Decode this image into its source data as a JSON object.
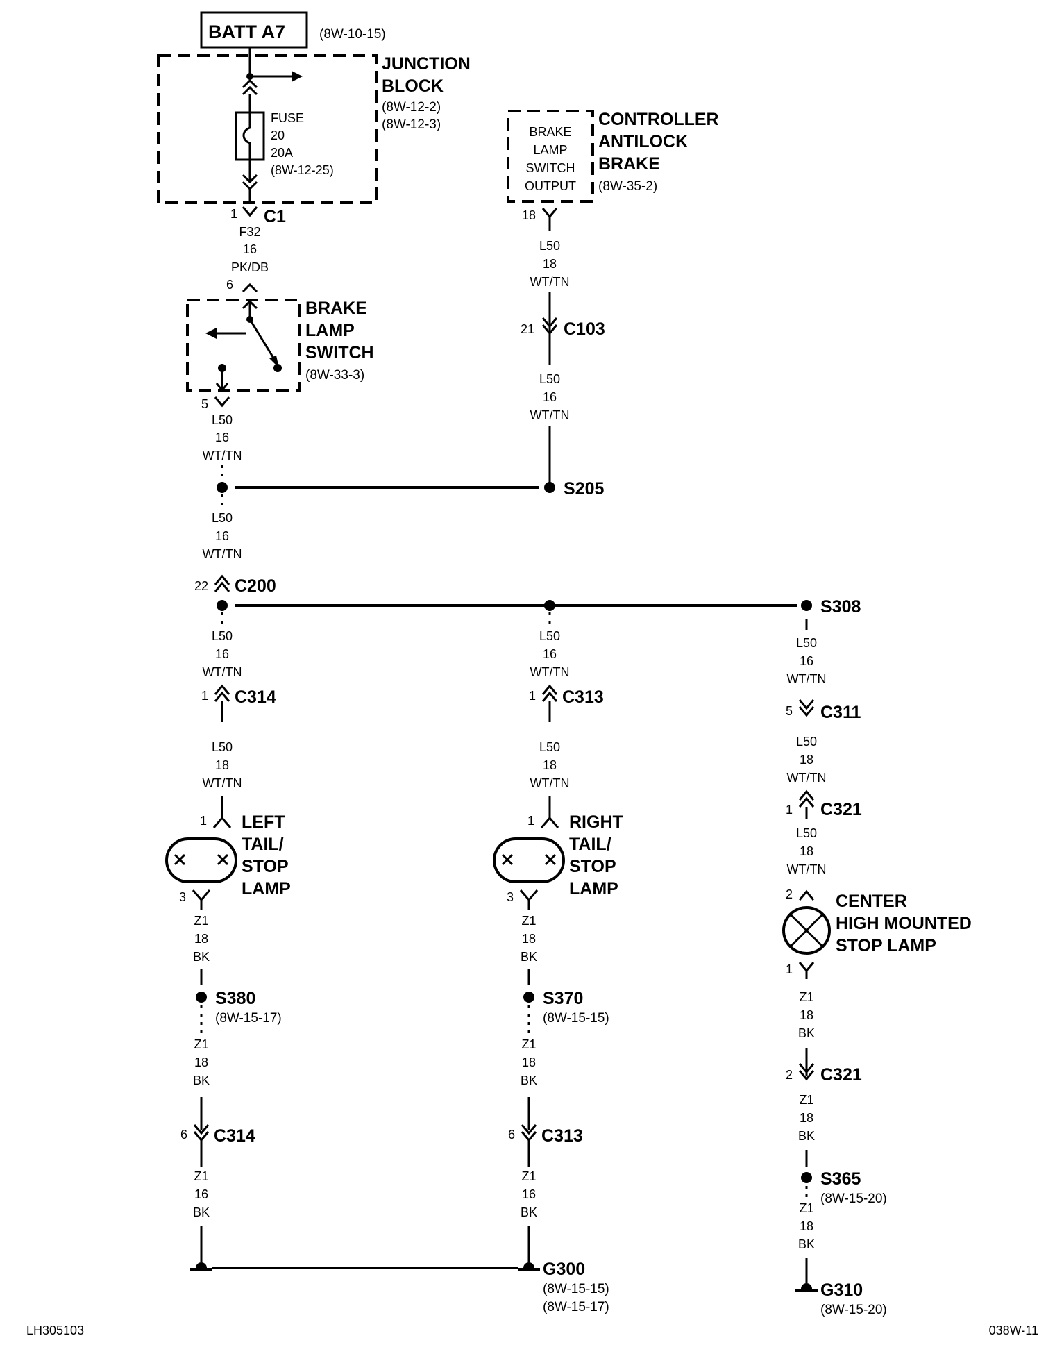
{
  "batt": {
    "name": "BATT A7",
    "ref": "(8W-10-15)"
  },
  "junction_block": {
    "line1": "JUNCTION",
    "line2": "BLOCK",
    "ref1": "(8W-12-2)",
    "ref2": "(8W-12-3)"
  },
  "fuse": {
    "label": "FUSE",
    "number": "20",
    "rating": "20A",
    "ref": "(8W-12-25)"
  },
  "c1": {
    "pin": "1",
    "name": "C1"
  },
  "w_f32": {
    "circuit": "F32",
    "gauge": "16",
    "color": "PK/DB"
  },
  "brake_switch": {
    "pin_in": "6",
    "pin_out": "5",
    "line1": "BRAKE",
    "line2": "LAMP",
    "line3": "SWITCH",
    "ref": "(8W-33-3)"
  },
  "controller": {
    "line1": "CONTROLLER",
    "line2": "ANTILOCK",
    "line3": "BRAKE",
    "ref": "(8W-35-2)",
    "box1": "BRAKE",
    "box2": "LAMP",
    "box3": "SWITCH",
    "box4": "OUTPUT",
    "pin": "18"
  },
  "w_l50_18": {
    "circuit": "L50",
    "gauge": "18",
    "color": "WT/TN"
  },
  "w_l50_16": {
    "circuit": "L50",
    "gauge": "16",
    "color": "WT/TN"
  },
  "w_z1_18": {
    "circuit": "Z1",
    "gauge": "18",
    "color": "BK"
  },
  "w_z1_16": {
    "circuit": "Z1",
    "gauge": "16",
    "color": "BK"
  },
  "c103": {
    "pin": "21",
    "name": "C103"
  },
  "s205": "S205",
  "c200": {
    "pin": "22",
    "name": "C200"
  },
  "s308": "S308",
  "c314_top": {
    "pin": "1",
    "name": "C314"
  },
  "c313_top": {
    "pin": "1",
    "name": "C313"
  },
  "c311": {
    "pin": "5",
    "name": "C311"
  },
  "c321_top": {
    "pin": "1",
    "name": "C321"
  },
  "left_lamp": {
    "pin_in": "1",
    "pin_out": "3",
    "line1": "LEFT",
    "line2": "TAIL/",
    "line3": "STOP",
    "line4": "LAMP"
  },
  "right_lamp": {
    "pin_in": "1",
    "pin_out": "3",
    "line1": "RIGHT",
    "line2": "TAIL/",
    "line3": "STOP",
    "line4": "LAMP"
  },
  "chmsl": {
    "pin_in": "2",
    "pin_out": "1",
    "line1": "CENTER",
    "line2": "HIGH MOUNTED",
    "line3": "STOP LAMP"
  },
  "s380": {
    "name": "S380",
    "ref": "(8W-15-17)"
  },
  "s370": {
    "name": "S370",
    "ref": "(8W-15-15)"
  },
  "c321_bot": {
    "pin": "2",
    "name": "C321"
  },
  "c314_bot": {
    "pin": "6",
    "name": "C314"
  },
  "c313_bot": {
    "pin": "6",
    "name": "C313"
  },
  "s365": {
    "name": "S365",
    "ref": "(8W-15-20)"
  },
  "g300": {
    "name": "G300",
    "ref1": "(8W-15-15)",
    "ref2": "(8W-15-17)"
  },
  "g310": {
    "name": "G310",
    "ref": "(8W-15-20)"
  },
  "footer": {
    "left": "LH305103",
    "right": "038W-11"
  }
}
